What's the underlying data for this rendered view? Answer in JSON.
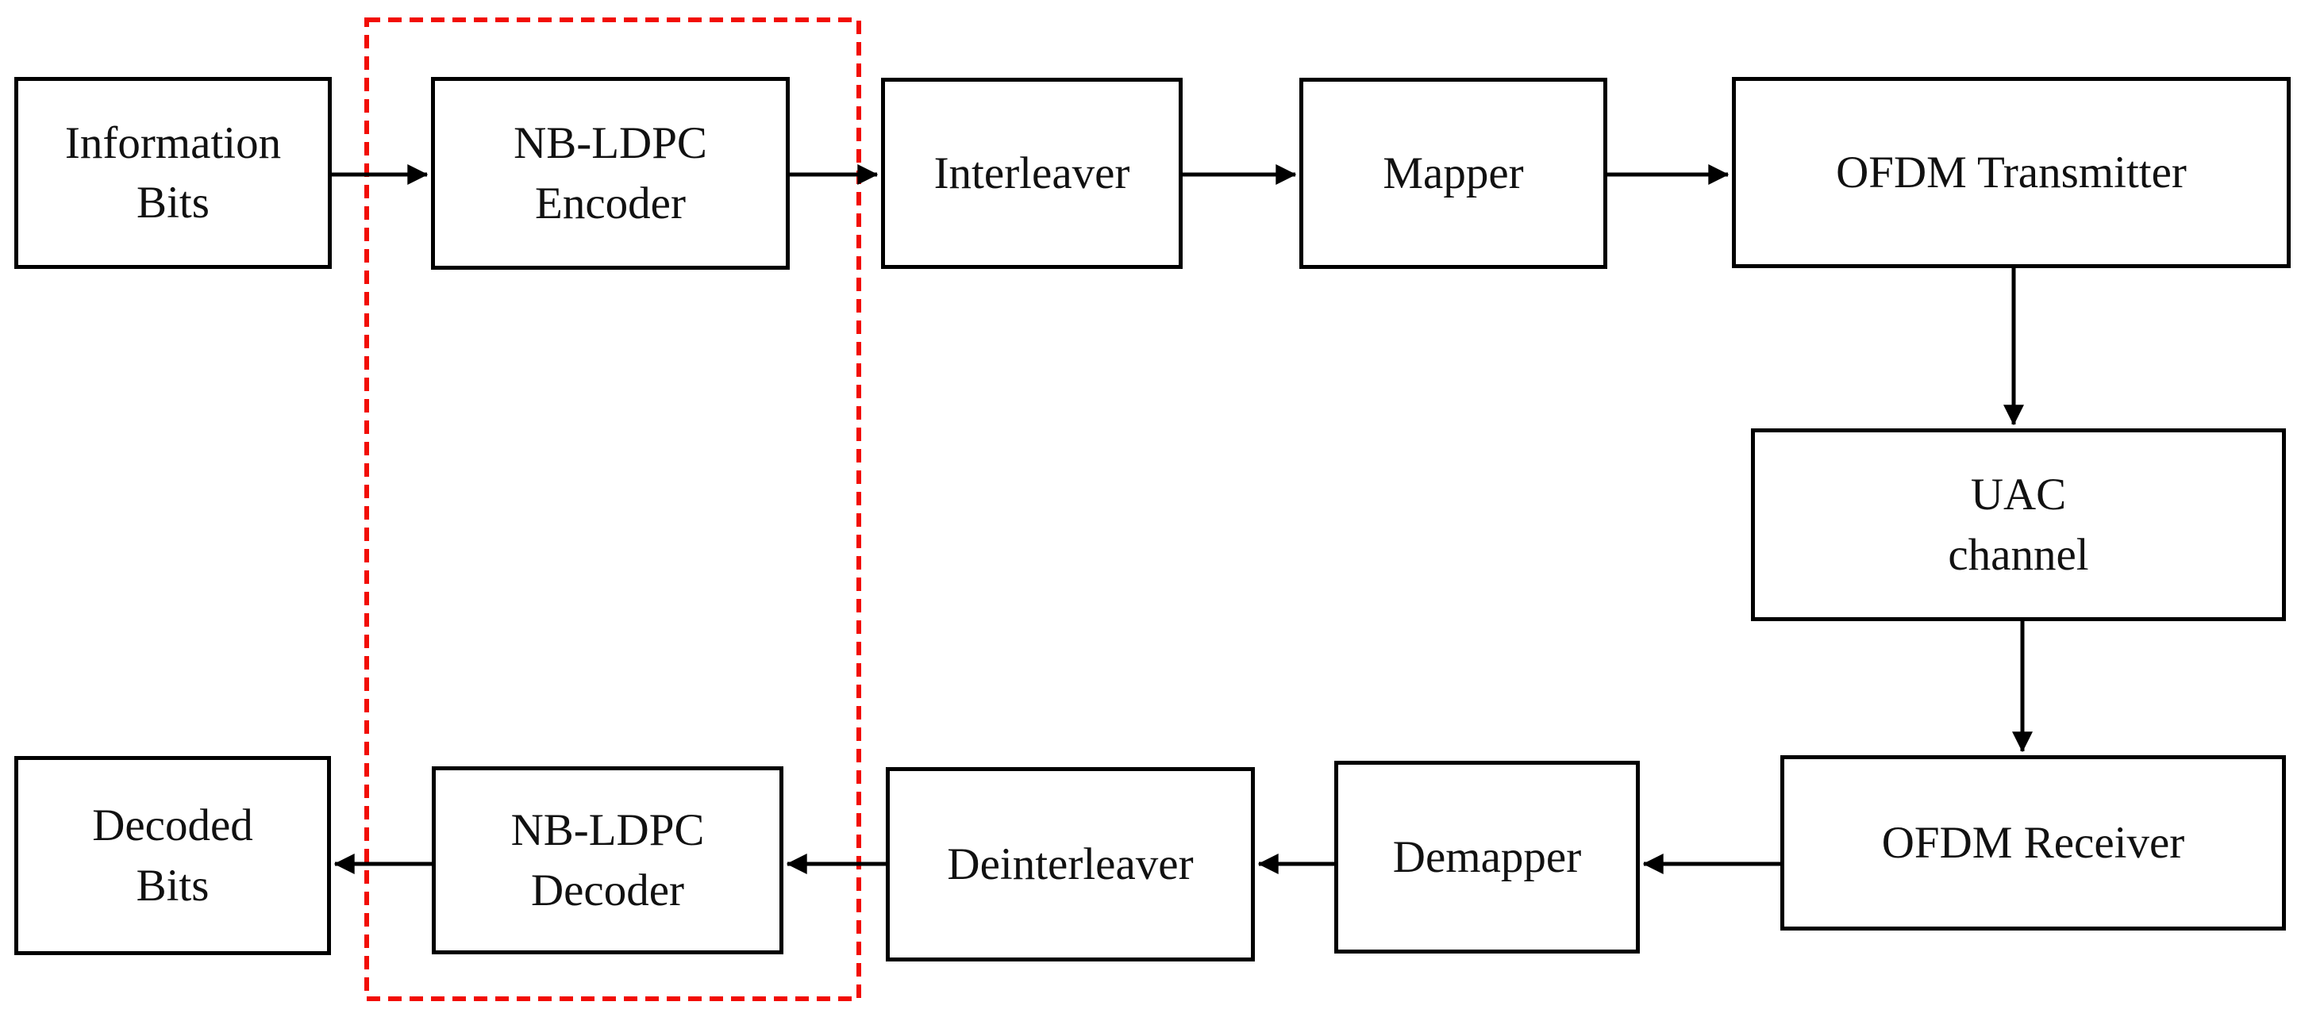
{
  "colors": {
    "highlight": "#f20d05",
    "line": "#000000",
    "background": "#ffffff"
  },
  "blocks": [
    {
      "id": "information-bits",
      "label": "Information\nBits"
    },
    {
      "id": "nb-ldpc-encoder",
      "label": "NB-LDPC\nEncoder"
    },
    {
      "id": "interleaver",
      "label": "Interleaver"
    },
    {
      "id": "mapper",
      "label": "Mapper"
    },
    {
      "id": "ofdm-transmitter",
      "label": "OFDM Transmitter"
    },
    {
      "id": "uac-channel",
      "label": "UAC\nchannel"
    },
    {
      "id": "ofdm-receiver",
      "label": "OFDM Receiver"
    },
    {
      "id": "demapper",
      "label": "Demapper"
    },
    {
      "id": "deinterleaver",
      "label": "Deinterleaver"
    },
    {
      "id": "nb-ldpc-decoder",
      "label": "NB-LDPC\nDecoder"
    },
    {
      "id": "decoded-bits",
      "label": "Decoded\nBits"
    }
  ]
}
